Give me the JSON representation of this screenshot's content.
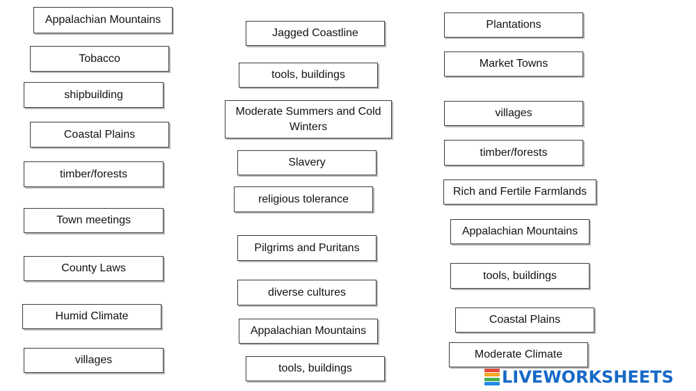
{
  "columns": {
    "left": [
      "Appalachian Mountains",
      "Tobacco",
      "shipbuilding",
      "Coastal Plains",
      "timber/forests",
      "Town meetings",
      "County Laws",
      "Humid Climate",
      "villages"
    ],
    "middle": [
      "Jagged Coastline",
      "tools, buildings",
      "Moderate Summers and Cold Winters",
      "Slavery",
      "religious tolerance",
      "Pilgrims and Puritans",
      "diverse cultures",
      "Appalachian Mountains",
      "tools, buildings"
    ],
    "right": [
      "Plantations",
      "Market Towns",
      "villages",
      "timber/forests",
      "Rich and Fertile Farmlands",
      "Appalachian Mountains",
      "tools, buildings",
      "Coastal Plains",
      "Moderate Climate"
    ]
  },
  "brand": {
    "name": "LIVEWORKSHEETS",
    "color": "#1769c7",
    "badge_colors": [
      "#e84a3c",
      "#f5a623",
      "#4caf50",
      "#1e88e5"
    ]
  }
}
